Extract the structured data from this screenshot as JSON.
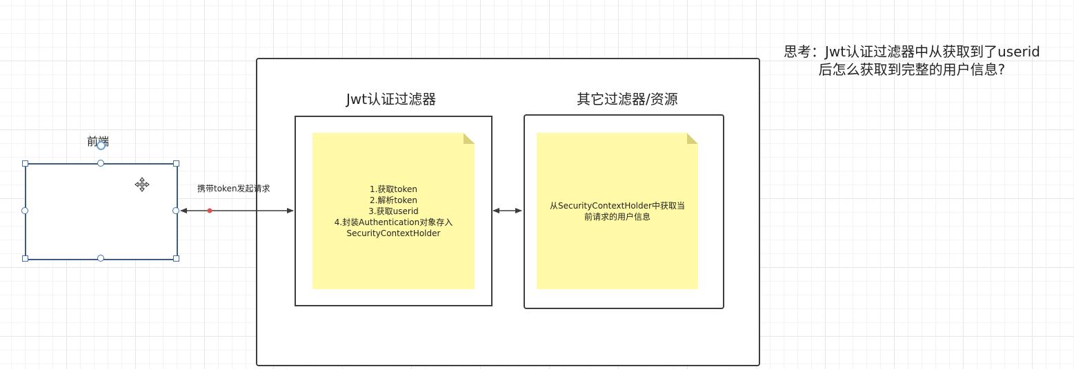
{
  "front_end": {
    "label": "前端"
  },
  "edge_request": {
    "label": "携带token发起请求"
  },
  "jwt_filter": {
    "title": "Jwt认证过滤器",
    "note": "1.获取token\n2.解析token\n3.获取userid\n4.封装Authentication对象存入\nSecurityContextHolder"
  },
  "other_filters": {
    "title": "其它过滤器/资源",
    "note": "从SecurityContextHolder中获取当\n前请求的用户信息"
  },
  "thought": {
    "line1": "思考：Jwt认证过滤器中从获取到了userid",
    "line2": "后怎么获取到完整的用户信息?"
  },
  "colors": {
    "note_fill": "#fff9a8",
    "selection": "#3d6fa8",
    "connector_dot": "#e05050",
    "stroke": "#3c3c3c"
  },
  "icons": {
    "move_cursor": "move-cursor-icon"
  }
}
